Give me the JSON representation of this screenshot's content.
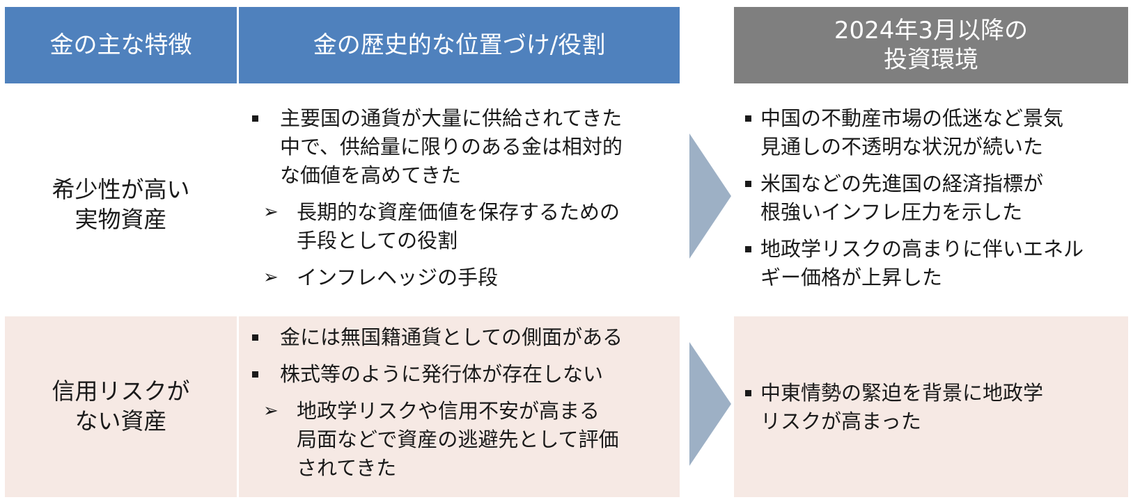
{
  "headers": {
    "features": "金の主な特徴",
    "role": "金の歴史的な位置づけ/役割",
    "env_line1": "2024年3月以降の",
    "env_line2": "投資環境"
  },
  "rows": [
    {
      "feature_line1": "希少性が高い",
      "feature_line2": "実物資産",
      "role_main_lines": [
        "主要国の通貨が大量に供給されてきた",
        "中で、供給量に限りのある金は相対的",
        "な価値を高めてきた"
      ],
      "role_sub1_lines": [
        "長期的な資産価値を保存するための",
        "手段としての役割"
      ],
      "role_sub2_lines": [
        "インフレヘッジの手段"
      ],
      "env_items": [
        [
          "中国の不動産市場の低迷など景気",
          "見通しの不透明な状況が続いた"
        ],
        [
          "米国などの先進国の経済指標が",
          "根強いインフレ圧力を示した"
        ],
        [
          "地政学リスクの高まりに伴いエネル",
          "ギー価格が上昇した"
        ]
      ]
    },
    {
      "feature_line1": "信用リスクが",
      "feature_line2": "ない資産",
      "role_main1": "金には無国籍通貨としての側面がある",
      "role_main2": "株式等のように発行体が存在しない",
      "role_sub_lines": [
        "地政学リスクや信用不安が高まる",
        "局面などで資産の逃避先として評価",
        "されてきた"
      ],
      "env_items": [
        [
          "中東情勢の緊迫を背景に地政学",
          "リスクが高まった"
        ]
      ]
    }
  ],
  "colors": {
    "header_blue": "#4f81bd",
    "header_gray": "#7f7f7f",
    "row_tint": "#f6e9e4",
    "arrow": "#9db0c5"
  },
  "icons": {
    "bullet": "square-bullet-icon",
    "sub_bullet": "arrowhead-bullet-icon",
    "flow": "chevron-right-icon"
  }
}
